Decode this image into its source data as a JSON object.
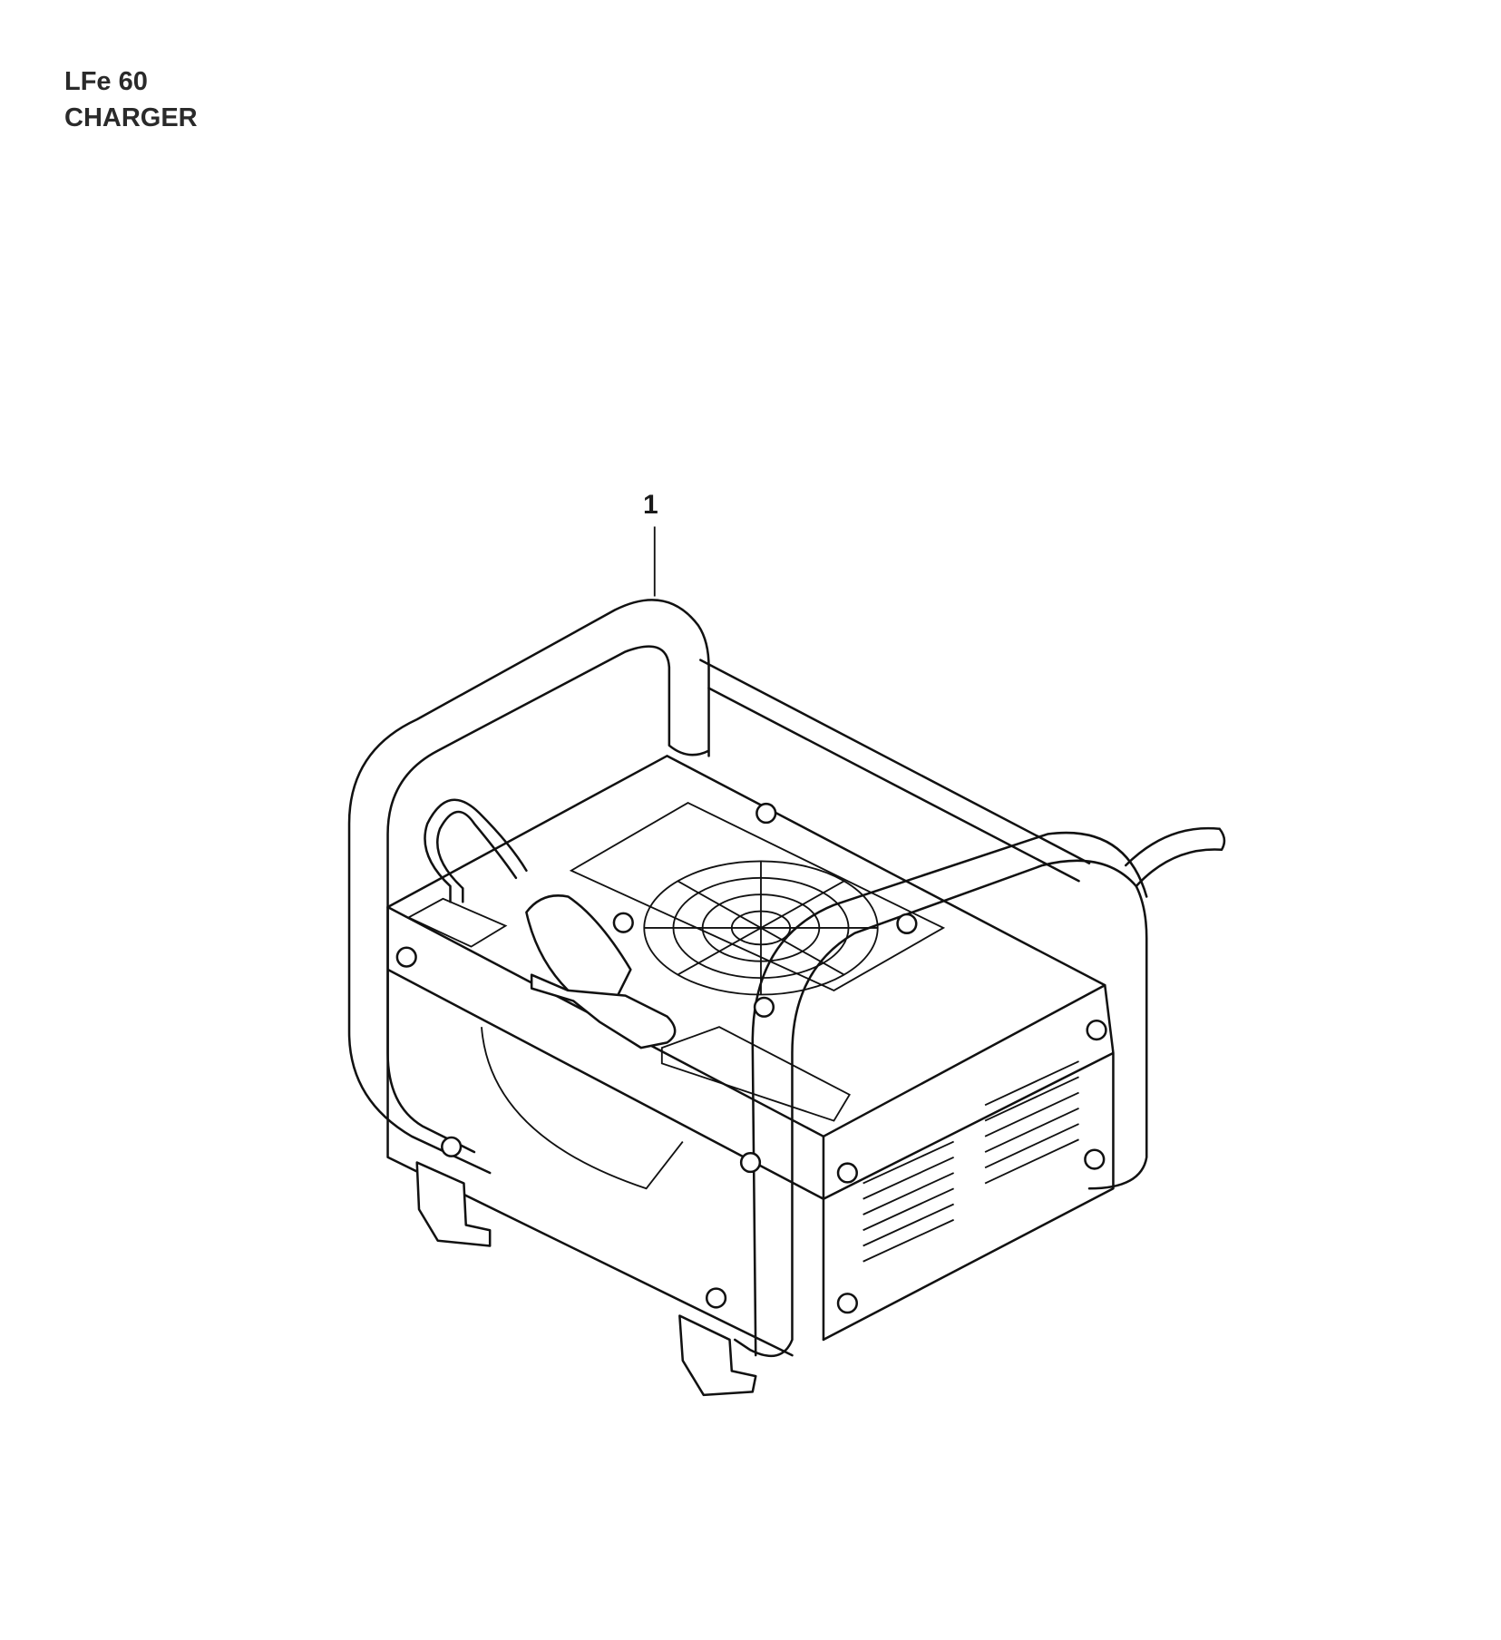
{
  "header": {
    "model": "LFe 60",
    "section": "CHARGER"
  },
  "diagram": {
    "callouts": [
      {
        "number": "1",
        "part": "charger"
      }
    ]
  }
}
